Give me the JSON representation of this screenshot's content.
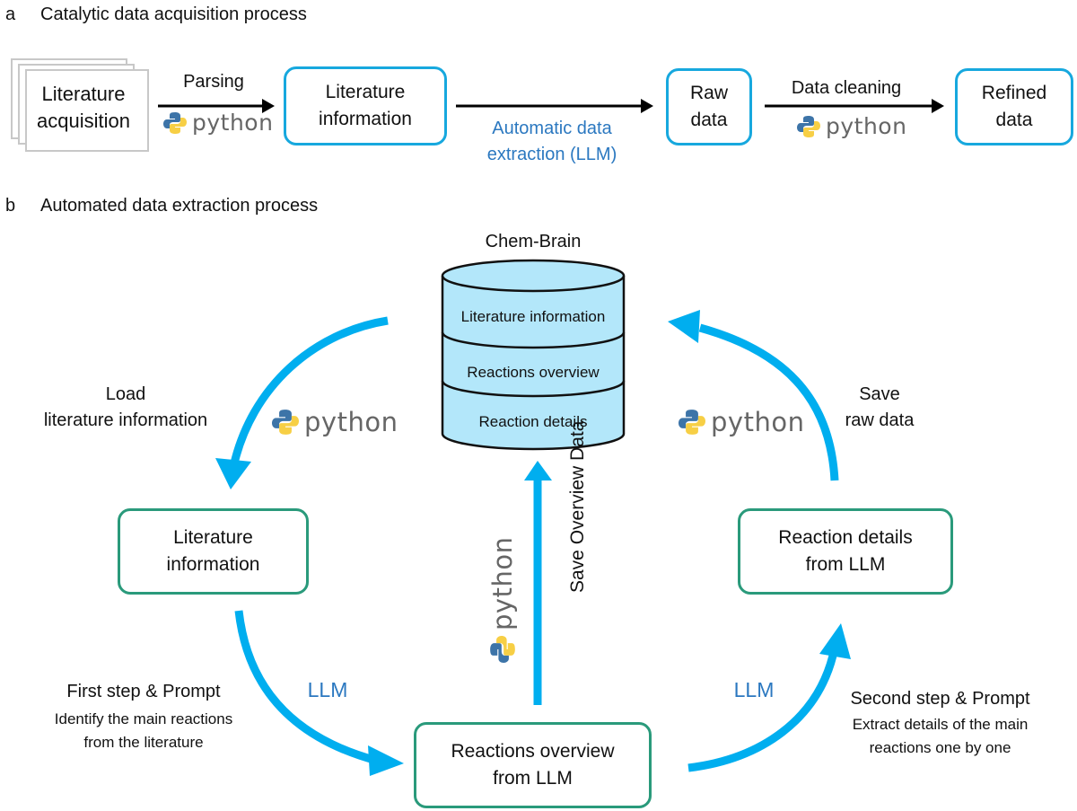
{
  "panel_a": {
    "label": "a",
    "title": "Catalytic data acquisition process",
    "nodes": {
      "literature_acquisition": "Literature\nacquisition",
      "literature_information": "Literature\ninformation",
      "raw_data": "Raw\ndata",
      "refined_data": "Refined\ndata"
    },
    "edges": {
      "parsing": "Parsing",
      "automatic_extraction": "Automatic data\nextraction (LLM)",
      "data_cleaning": "Data cleaning"
    },
    "python_logo_text": "python"
  },
  "panel_b": {
    "label": "b",
    "title": "Automated data extraction process",
    "database": {
      "name": "Chem-Brain",
      "layers": [
        "Literature information",
        "Reactions overview",
        "Reaction details"
      ]
    },
    "nodes": {
      "literature_information": "Literature\ninformation",
      "reactions_overview": "Reactions overview\nfrom LLM",
      "reaction_details": "Reaction details\nfrom LLM"
    },
    "edges": {
      "load": "Load\nliterature information",
      "save_overview": "Save Overview Data",
      "save_raw": "Save\nraw data",
      "llm_first": "LLM",
      "llm_second": "LLM",
      "first_step_title": "First step & Prompt",
      "first_step_desc": "Identify the main reactions\nfrom the literature",
      "second_step_title": "Second step & Prompt",
      "second_step_desc": "Extract details of the main\nreactions one by one"
    },
    "python_logo_text": "python"
  },
  "colors": {
    "arrow_blue": "#00aeef",
    "box_blue": "#17a8de",
    "box_green": "#2a9a7b",
    "db_fill": "#b3e7fa",
    "llm_text": "#2b78c0"
  }
}
